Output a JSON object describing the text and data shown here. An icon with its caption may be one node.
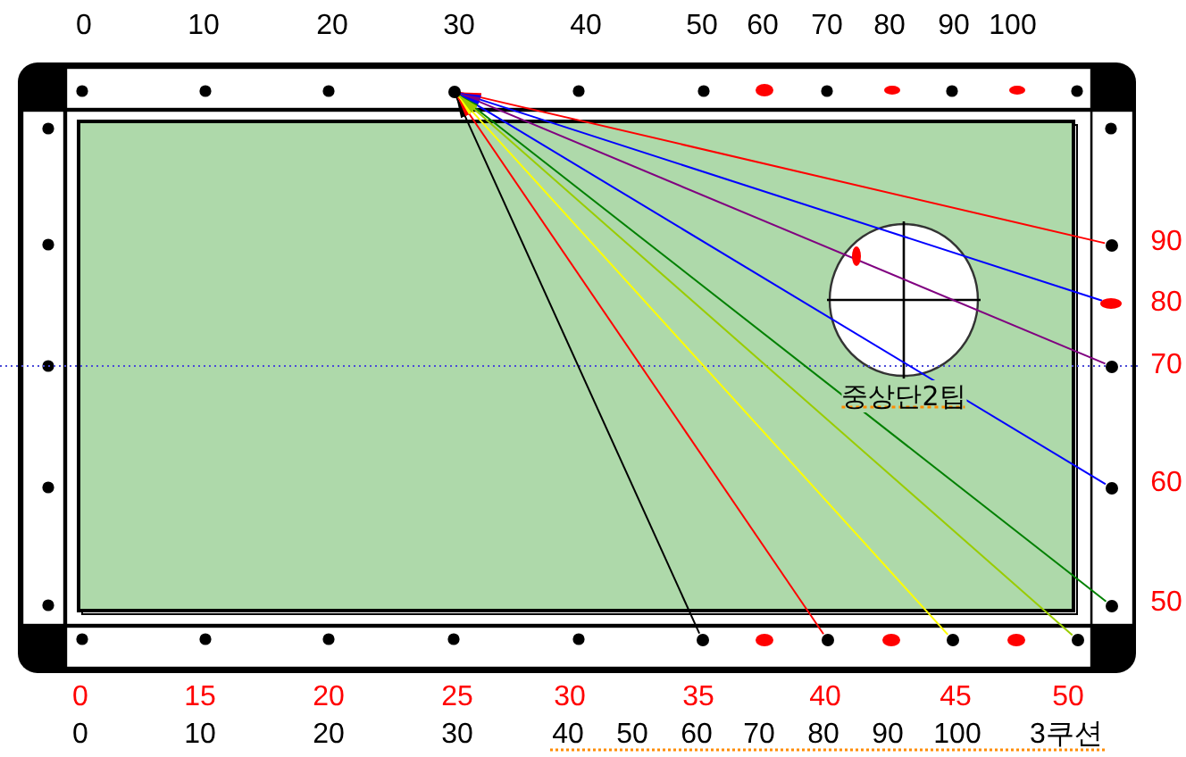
{
  "diagram": {
    "nodes": [
      {
        "text": [],
        "shape": "circle"
      },
      {
        "text": [],
        "shape": "circle"
      },
      {
        "text": [],
        "shape": "oval"
      },
      {
        "text": [],
        "shape": "circle"
      },
      {
        "text": [],
        "shape": "circle"
      },
      {
        "text": [],
        "shape": "circle"
      },
      {
        "text": [],
        "shape": "circle"
      },
      {
        "text": [],
        "shape": "circle"
      },
      {
        "text": [],
        "shape": "circle"
      },
      {
        "text": [],
        "shape": "circle"
      }
    ],
    "edges": [
      {
        "from": 1,
        "to": 0,
        "arrow": "to",
        "color": "#ff0000"
      },
      {
        "from": 2,
        "to": 0,
        "arrow": "to",
        "color": "#0000ff"
      },
      {
        "from": 3,
        "to": 0,
        "arrow": "to",
        "color": "#800080"
      },
      {
        "from": 4,
        "to": 0,
        "arrow": "to",
        "color": "#0000ff"
      },
      {
        "from": 5,
        "to": 0,
        "arrow": "to",
        "color": "#008000"
      },
      {
        "from": 6,
        "to": 0,
        "arrow": "to",
        "color": "#000000"
      },
      {
        "from": 7,
        "to": 0,
        "arrow": "to",
        "color": "#ff0000"
      },
      {
        "from": 8,
        "to": 0,
        "arrow": "to",
        "color": "#ffff00"
      },
      {
        "from": 9,
        "to": 0,
        "arrow": "to",
        "color": "#99cc00"
      }
    ],
    "labels": [
      "0",
      "10",
      "20",
      "30",
      "40",
      "50",
      "60",
      "70",
      "80",
      "90",
      "100",
      "90",
      "80",
      "70",
      "중상단2팁",
      "60",
      "50",
      "0",
      "15",
      "20",
      "25",
      "30",
      "35",
      "40",
      "45",
      "50",
      "0",
      "10",
      "20",
      "30",
      "40",
      "50",
      "60",
      "70",
      "80",
      "90",
      "100",
      "3쿠션"
    ]
  }
}
